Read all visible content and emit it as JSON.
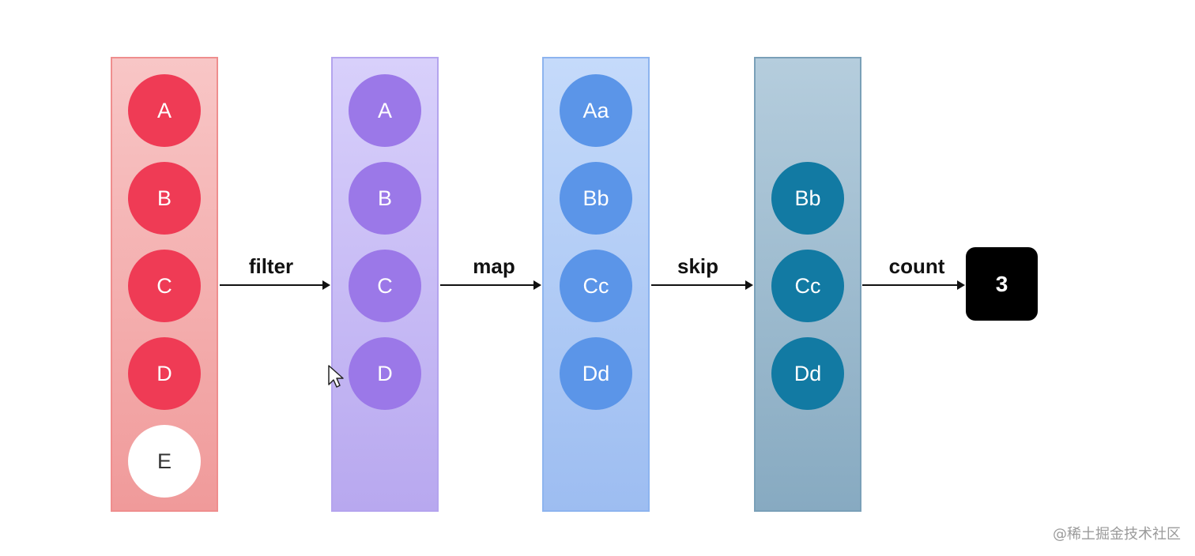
{
  "diagram": {
    "stages": [
      {
        "nodes": [
          "A",
          "B",
          "C",
          "D",
          "E"
        ]
      },
      {
        "nodes": [
          "A",
          "B",
          "C",
          "D"
        ]
      },
      {
        "nodes": [
          "Aa",
          "Bb",
          "Cc",
          "Dd"
        ]
      },
      {
        "nodes": [
          "Bb",
          "Cc",
          "Dd"
        ]
      }
    ],
    "operations": [
      "filter",
      "map",
      "skip",
      "count"
    ],
    "result": "3",
    "colors": {
      "stage1_node": "#ef3b55",
      "stage1_filtered_node": "#ffffff",
      "stage2_node": "#9b78e8",
      "stage3_node": "#5b95e8",
      "stage4_node": "#127aa3",
      "result_box": "#000000"
    }
  },
  "watermark": "@稀土掘金技术社区"
}
